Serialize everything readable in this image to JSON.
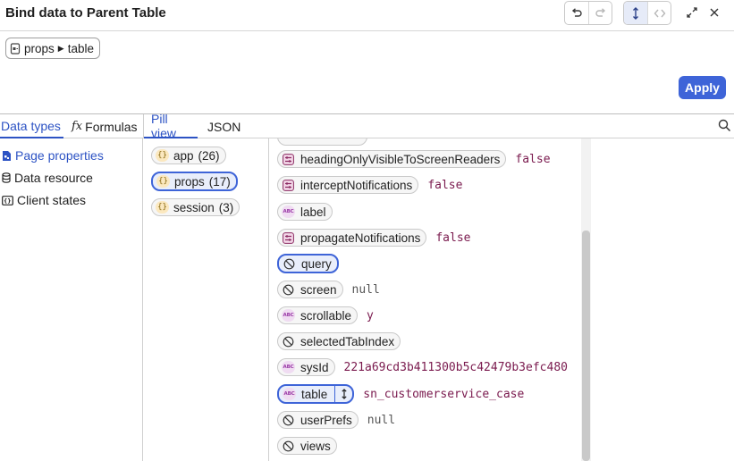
{
  "header": {
    "title": "Bind data to Parent Table"
  },
  "path": {
    "segments": [
      "props",
      "table"
    ]
  },
  "apply_label": "Apply",
  "tabs": {
    "left": [
      "Data types",
      "Formulas"
    ],
    "right": [
      "Pill view",
      "JSON"
    ]
  },
  "nav": [
    {
      "label": "Page properties",
      "icon": "page-icon"
    },
    {
      "label": "Data resource",
      "icon": "database-icon"
    },
    {
      "label": "Client states",
      "icon": "client-state-icon"
    }
  ],
  "categories": [
    {
      "name": "app",
      "count": "(26)"
    },
    {
      "name": "props",
      "count": "(17)"
    },
    {
      "name": "session",
      "count": "(3)"
    }
  ],
  "properties": [
    {
      "name": "headingOnlyVisibleToScreenReaders",
      "type": "object-icon",
      "value": "false"
    },
    {
      "name": "interceptNotifications",
      "type": "object-icon",
      "value": "false"
    },
    {
      "name": "label",
      "type": "string-icon",
      "value": ""
    },
    {
      "name": "propagateNotifications",
      "type": "object-icon",
      "value": "false"
    },
    {
      "name": "query",
      "type": "null-icon",
      "value": ""
    },
    {
      "name": "screen",
      "type": "null-icon",
      "value": "null"
    },
    {
      "name": "scrollable",
      "type": "string-icon",
      "value": "y"
    },
    {
      "name": "selectedTabIndex",
      "type": "null-icon",
      "value": ""
    },
    {
      "name": "sysId",
      "type": "string-icon",
      "value": "221a69cd3b411300b5c42479b3efc480"
    },
    {
      "name": "table",
      "type": "string-icon",
      "value": "sn_customerservice_case"
    },
    {
      "name": "userPrefs",
      "type": "null-icon",
      "value": "null"
    },
    {
      "name": "views",
      "type": "null-icon",
      "value": ""
    }
  ],
  "colors": {
    "accent": "#3e64d8",
    "value_text": "#7a1a4e"
  }
}
